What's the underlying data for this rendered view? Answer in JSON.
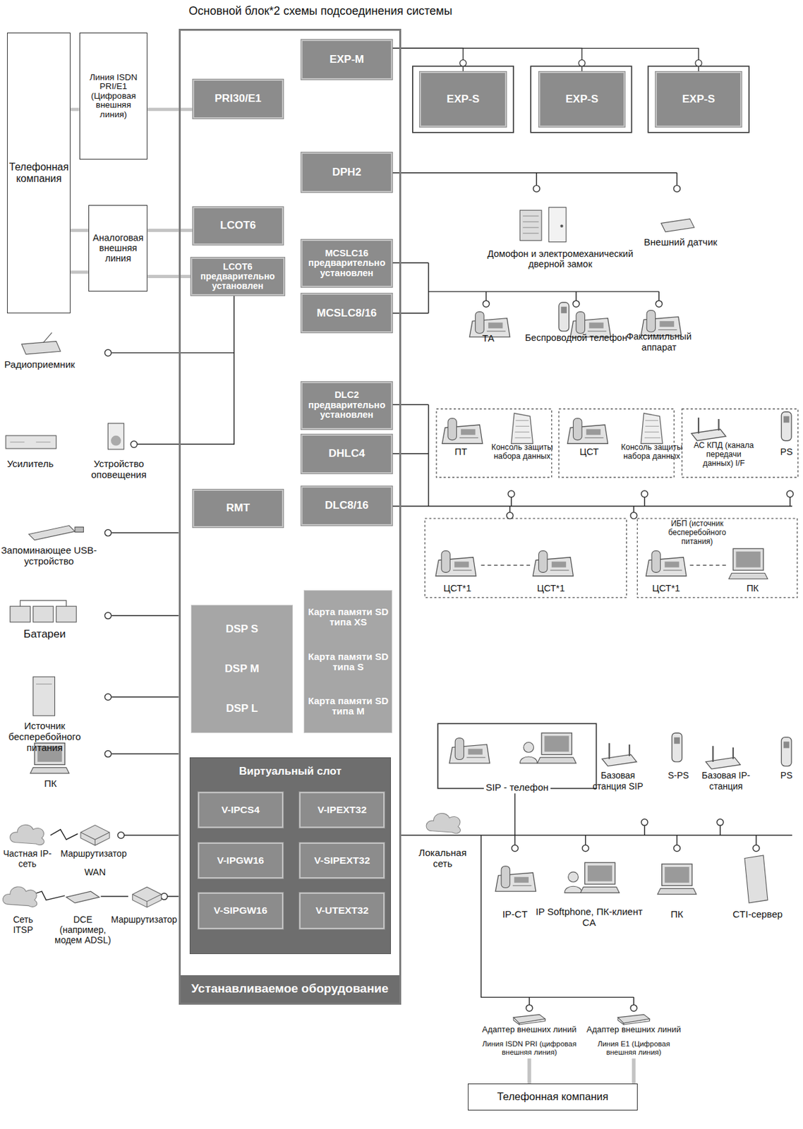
{
  "diagram": {
    "title": "Основной блок*2 схемы подсоединения системы",
    "nodes": [
      {
        "text": [
          "Устанавливаемое оборудование"
        ]
      },
      {
        "text": [
          "EXP-M"
        ],
        "in": 0
      },
      {
        "text": [
          "PRI30/E1"
        ],
        "in": 0
      },
      {
        "text": [
          "DPH2"
        ],
        "in": 0
      },
      {
        "text": [
          "LCOT6"
        ],
        "in": 0
      },
      {
        "text": [
          "LCOT6 предварительно установлен"
        ],
        "in": 0
      },
      {
        "text": [
          "MCSLC16 предварительно установлен"
        ],
        "in": 0
      },
      {
        "text": [
          "MCSLC8/16"
        ],
        "in": 0
      },
      {
        "text": [
          "DLC2 предварительно установлен"
        ],
        "in": 0
      },
      {
        "text": [
          "DHLC4"
        ],
        "in": 0
      },
      {
        "text": [
          "RMT"
        ],
        "in": 0
      },
      {
        "text": [
          "DLC8/16"
        ],
        "in": 0
      },
      {
        "text": [
          "DSP S",
          "DSP M",
          "DSP L"
        ],
        "in": 0
      },
      {
        "text": [
          "Карта памяти SD типа XS",
          "Карта памяти SD типа S",
          "Карта памяти SD типа M"
        ],
        "in": 0
      },
      {
        "text": [
          "Виртуальный слот"
        ],
        "in": 0
      },
      {
        "text": [
          "V-IPCS4"
        ],
        "in": 14
      },
      {
        "text": [
          "V-IPEXT32"
        ],
        "in": 14
      },
      {
        "text": [
          "V-IPGW16"
        ],
        "in": 14
      },
      {
        "text": [
          "V-SIPEXT32"
        ],
        "in": 14
      },
      {
        "text": [
          "V-SIPGW16"
        ],
        "in": 14
      },
      {
        "text": [
          "V-UTEXT32"
        ],
        "in": 14
      },
      {
        "text": [
          "Телефонная компания"
        ]
      },
      {
        "text": [
          "Линия ISDN PRI/E1 (Цифровая внешняя линия)"
        ]
      },
      {
        "text": [
          "Аналоговая внешняя линия"
        ]
      },
      {
        "text": [
          "EXP-S"
        ]
      },
      {
        "text": [
          "EXP-S"
        ]
      },
      {
        "text": [
          "EXP-S"
        ]
      },
      {
        "text": [
          "Телефонная компания"
        ]
      }
    ],
    "edges": [
      {
        "from": 21,
        "to": 22,
        "arrow": "none"
      },
      {
        "from": 22,
        "to": 2,
        "arrow": "none"
      },
      {
        "from": 21,
        "to": 23,
        "arrow": "none"
      },
      {
        "from": 21,
        "to": 23,
        "arrow": "none"
      },
      {
        "from": 23,
        "to": 4,
        "arrow": "none"
      },
      {
        "from": 23,
        "to": 5,
        "arrow": "none"
      },
      {
        "from": 1,
        "to": 24,
        "arrow": "none"
      },
      {
        "from": 1,
        "to": 25,
        "arrow": "none"
      },
      {
        "from": 1,
        "to": 26,
        "arrow": "none"
      }
    ],
    "labels": [
      "Домофон и электромеханический дверной замок",
      "Внешний датчик",
      "ТА",
      "Беспроводной телефон",
      "Факсимильный аппарат",
      "ПТ",
      "Консоль защиты набора данных",
      "ЦСТ",
      "Консоль защиты набора данных",
      "АС КПД (канала передачи данных) I/F",
      "PS",
      "ЦСТ*1",
      "ЦСТ*1",
      "ИБП (источник бесперебойного питания)",
      "ЦСТ*1",
      "ПК",
      "Радиоприемник",
      "Усилитель",
      "Устройство оповещения",
      "Запоминающее USB-устройство",
      "Батареи",
      "Источник бесперебойного питания",
      "ПК",
      "Частная IP-сеть",
      "Маршрутизатор",
      "WAN",
      "Сеть ITSP",
      "DCE (например, модем ADSL)",
      "Маршрутизатор",
      "Локальная сеть",
      "SIP - телефон",
      "Базовая станция SIP",
      "S-PS",
      "Базовая IP-станция",
      "PS",
      "IP-CT",
      "IP Softphone, ПК-клиент CA",
      "ПК",
      "CTI-сервер",
      "Адаптер внешних линий",
      "Адаптер внешних линий",
      "Линия ISDN PRI (цифровая внешняя линия)",
      "Линия E1 (Цифровая внешняя линия)"
    ]
  }
}
